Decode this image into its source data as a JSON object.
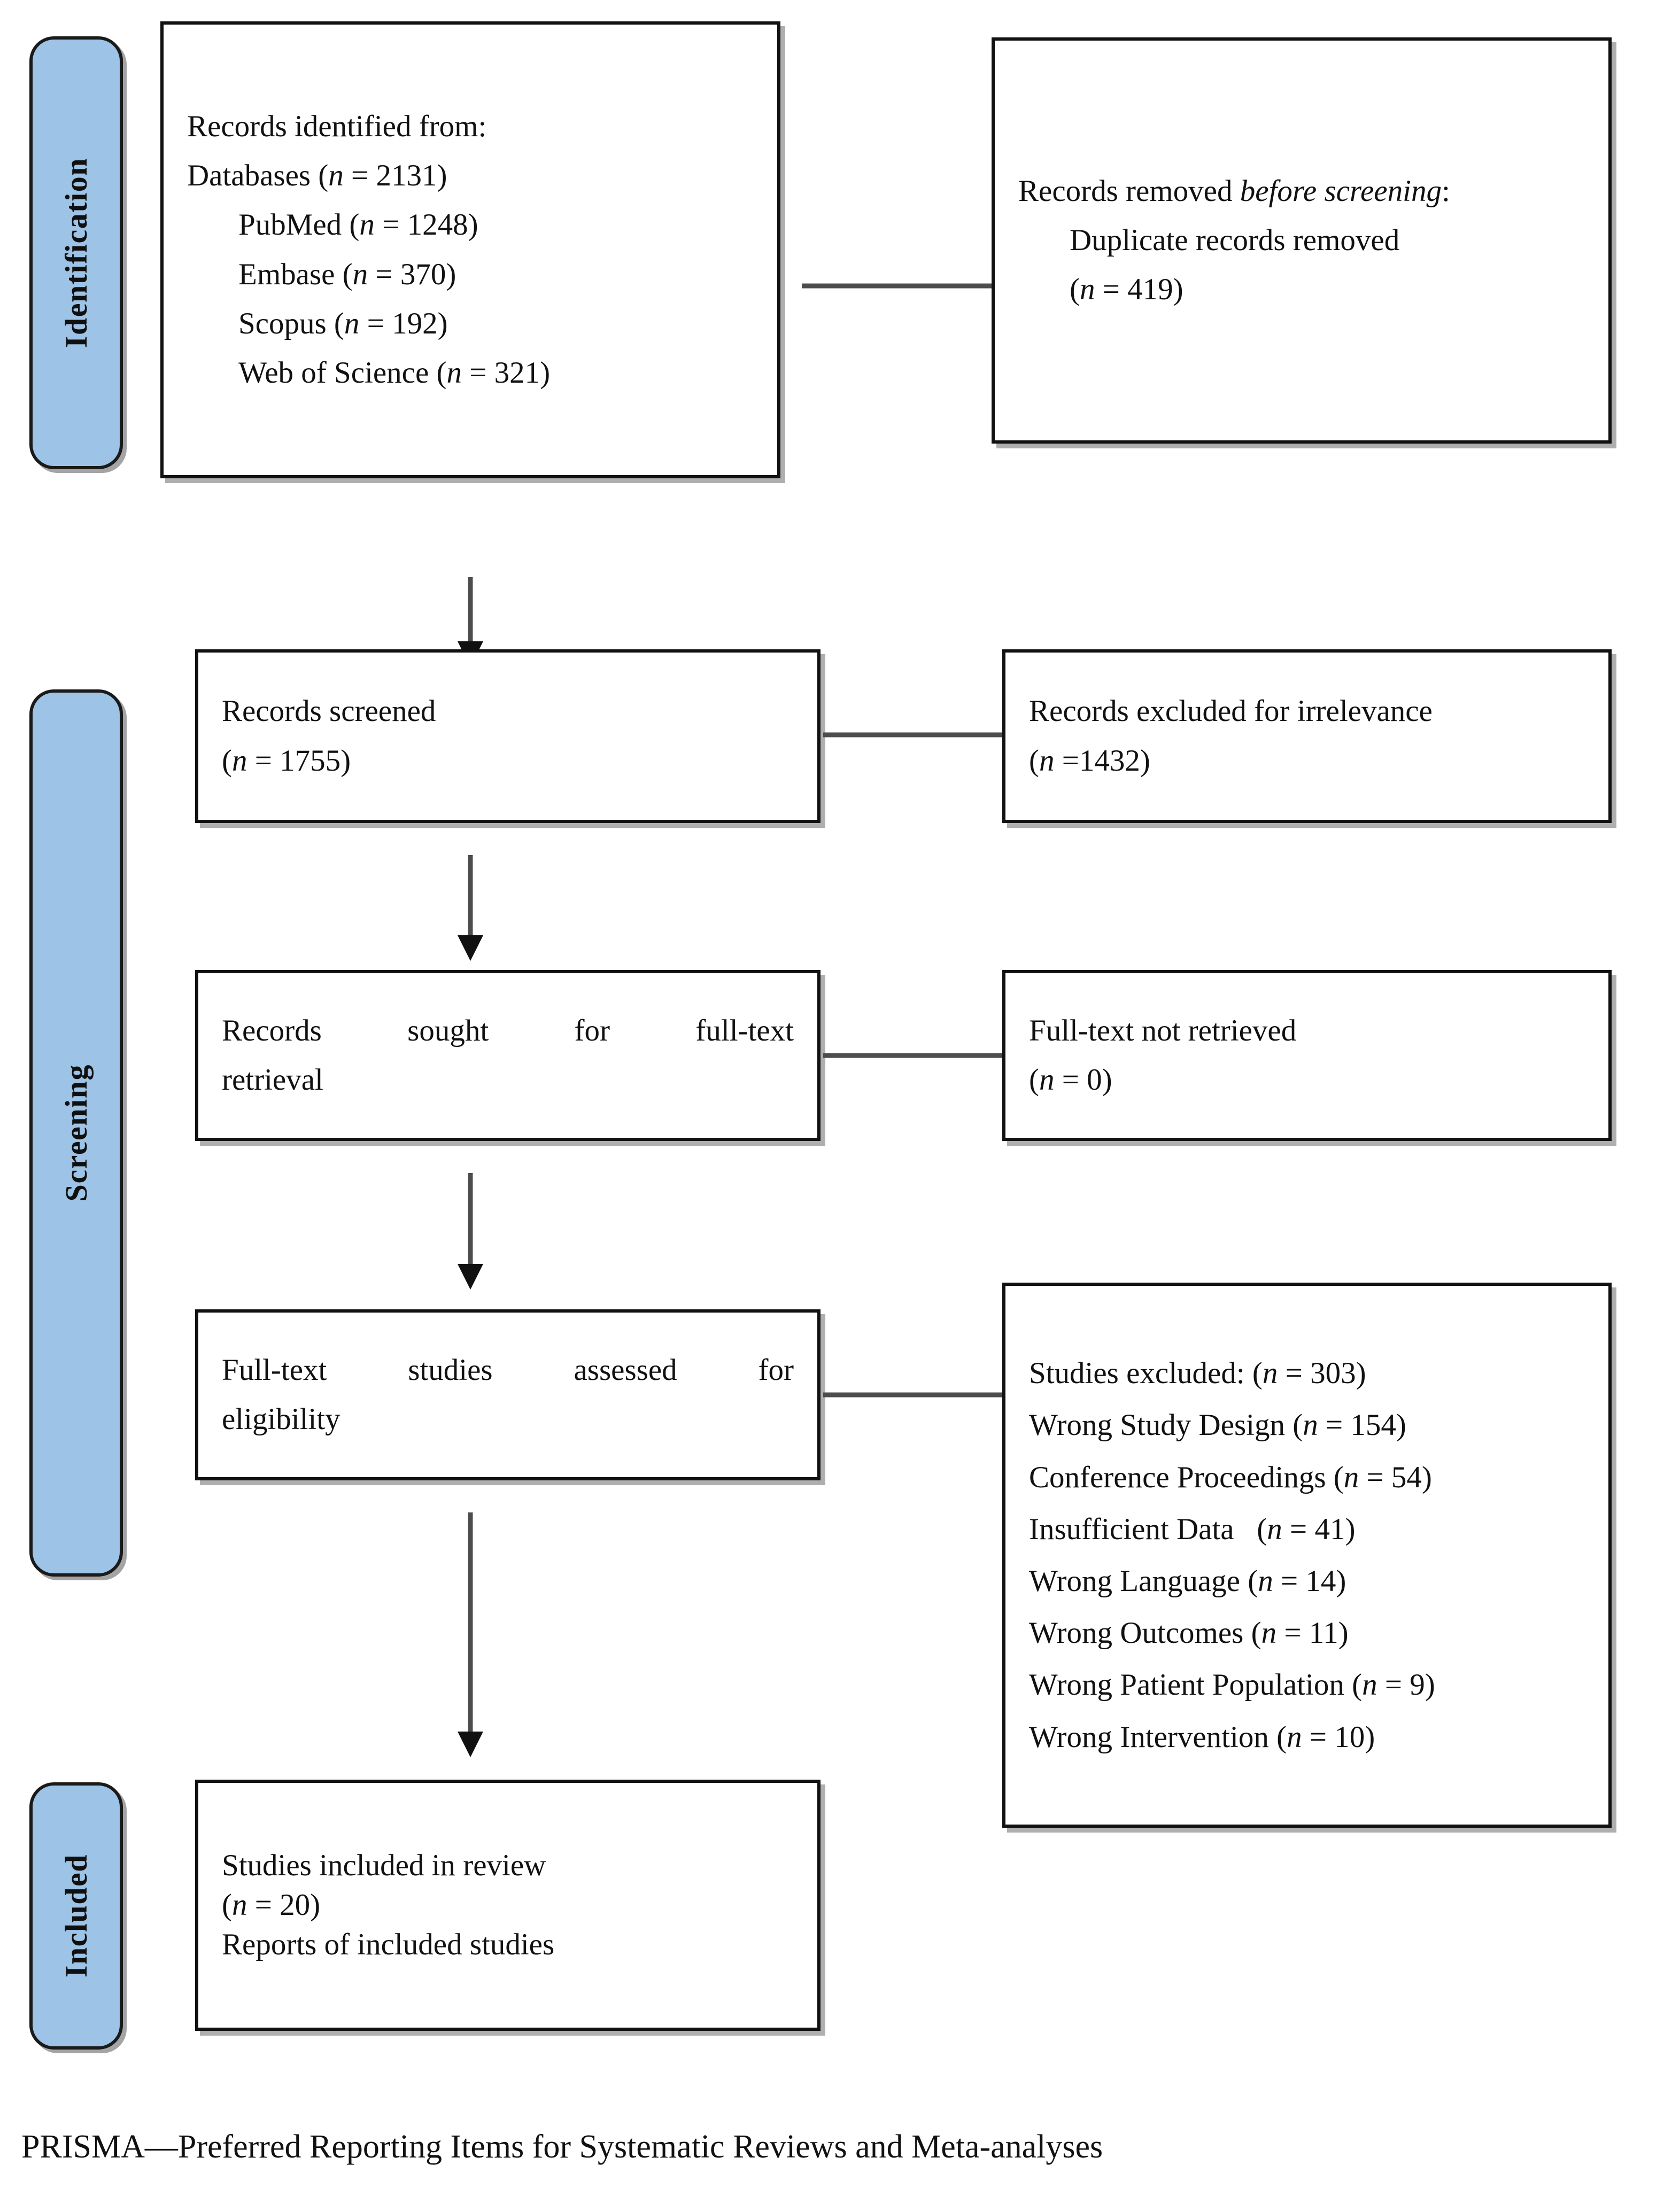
{
  "diagram": {
    "type": "prisma-flow-diagram",
    "caption": "PRISMA—Preferred Reporting Items for Systematic Reviews and Meta-analyses",
    "stages": [
      {
        "id": "identification",
        "label": "Identification"
      },
      {
        "id": "screening",
        "label": "Screening"
      },
      {
        "id": "included",
        "label": "Included"
      }
    ],
    "boxes": {
      "records_identified": {
        "title": "Records identified from:",
        "databases_line": "Databases (",
        "databases_n_label": "n",
        "databases_n_value": " = 2131)",
        "sources": [
          {
            "name": "PubMed (",
            "n_label": "n",
            "n_value": " = 1248)"
          },
          {
            "name": "Embase (",
            "n_label": "n",
            "n_value": " = 370)"
          },
          {
            "name": "Scopus (",
            "n_label": "n",
            "n_value": " = 192)"
          },
          {
            "name": "Web of Science (",
            "n_label": "n",
            "n_value": " = 321)"
          }
        ]
      },
      "records_removed": {
        "line1_a": "Records removed ",
        "line1_italic": "before screening",
        "line1_b": ":",
        "line2": "Duplicate records removed",
        "line3_open": "(",
        "line3_n": "n",
        "line3_value": " = 419)"
      },
      "records_screened": {
        "line1": "Records screened",
        "line2_open": "(",
        "line2_n": "n",
        "line2_value": " = 1755)"
      },
      "records_excluded": {
        "line1": "Records excluded for irrelevance",
        "line2_open": "(",
        "line2_n": "n",
        "line2_value": " =1432)"
      },
      "records_sought": {
        "line1": "Records sought for full-text",
        "line2": "retrieval"
      },
      "fulltext_not_retrieved": {
        "line1": "Full-text not retrieved",
        "line2_open": "(",
        "line2_n": "n",
        "line2_value": " = 0)"
      },
      "fulltext_assessed": {
        "line1": "Full-text studies assessed for",
        "line2": "eligibility"
      },
      "studies_excluded": {
        "header_text": "Studies excluded: (",
        "header_n": "n",
        "header_value": " = 303)",
        "reasons": [
          {
            "text": "Wrong Study Design (",
            "n": "n",
            "value": " = 154)"
          },
          {
            "text": "Conference Proceedings (",
            "n": "n",
            "value": " = 54)"
          },
          {
            "text": "Insufficient Data   (",
            "n": "n",
            "value": " = 41)"
          },
          {
            "text": "Wrong Language (",
            "n": "n",
            "value": " = 14)"
          },
          {
            "text": "Wrong Outcomes (",
            "n": "n",
            "value": " = 11)"
          },
          {
            "text": "Wrong Patient Population (",
            "n": "n",
            "value": " = 9)"
          },
          {
            "text": "Wrong Intervention (",
            "n": "n",
            "value": " = 10)"
          }
        ]
      },
      "studies_included": {
        "line1": "Studies included in review",
        "line2_open": "(",
        "line2_n": "n",
        "line2_value": " = 20)",
        "line3": "Reports of included studies"
      }
    },
    "colors": {
      "stage_fill": "#9DC3E6",
      "box_border": "#111111",
      "arrow": "#4d4d4d",
      "text": "#111111"
    }
  }
}
